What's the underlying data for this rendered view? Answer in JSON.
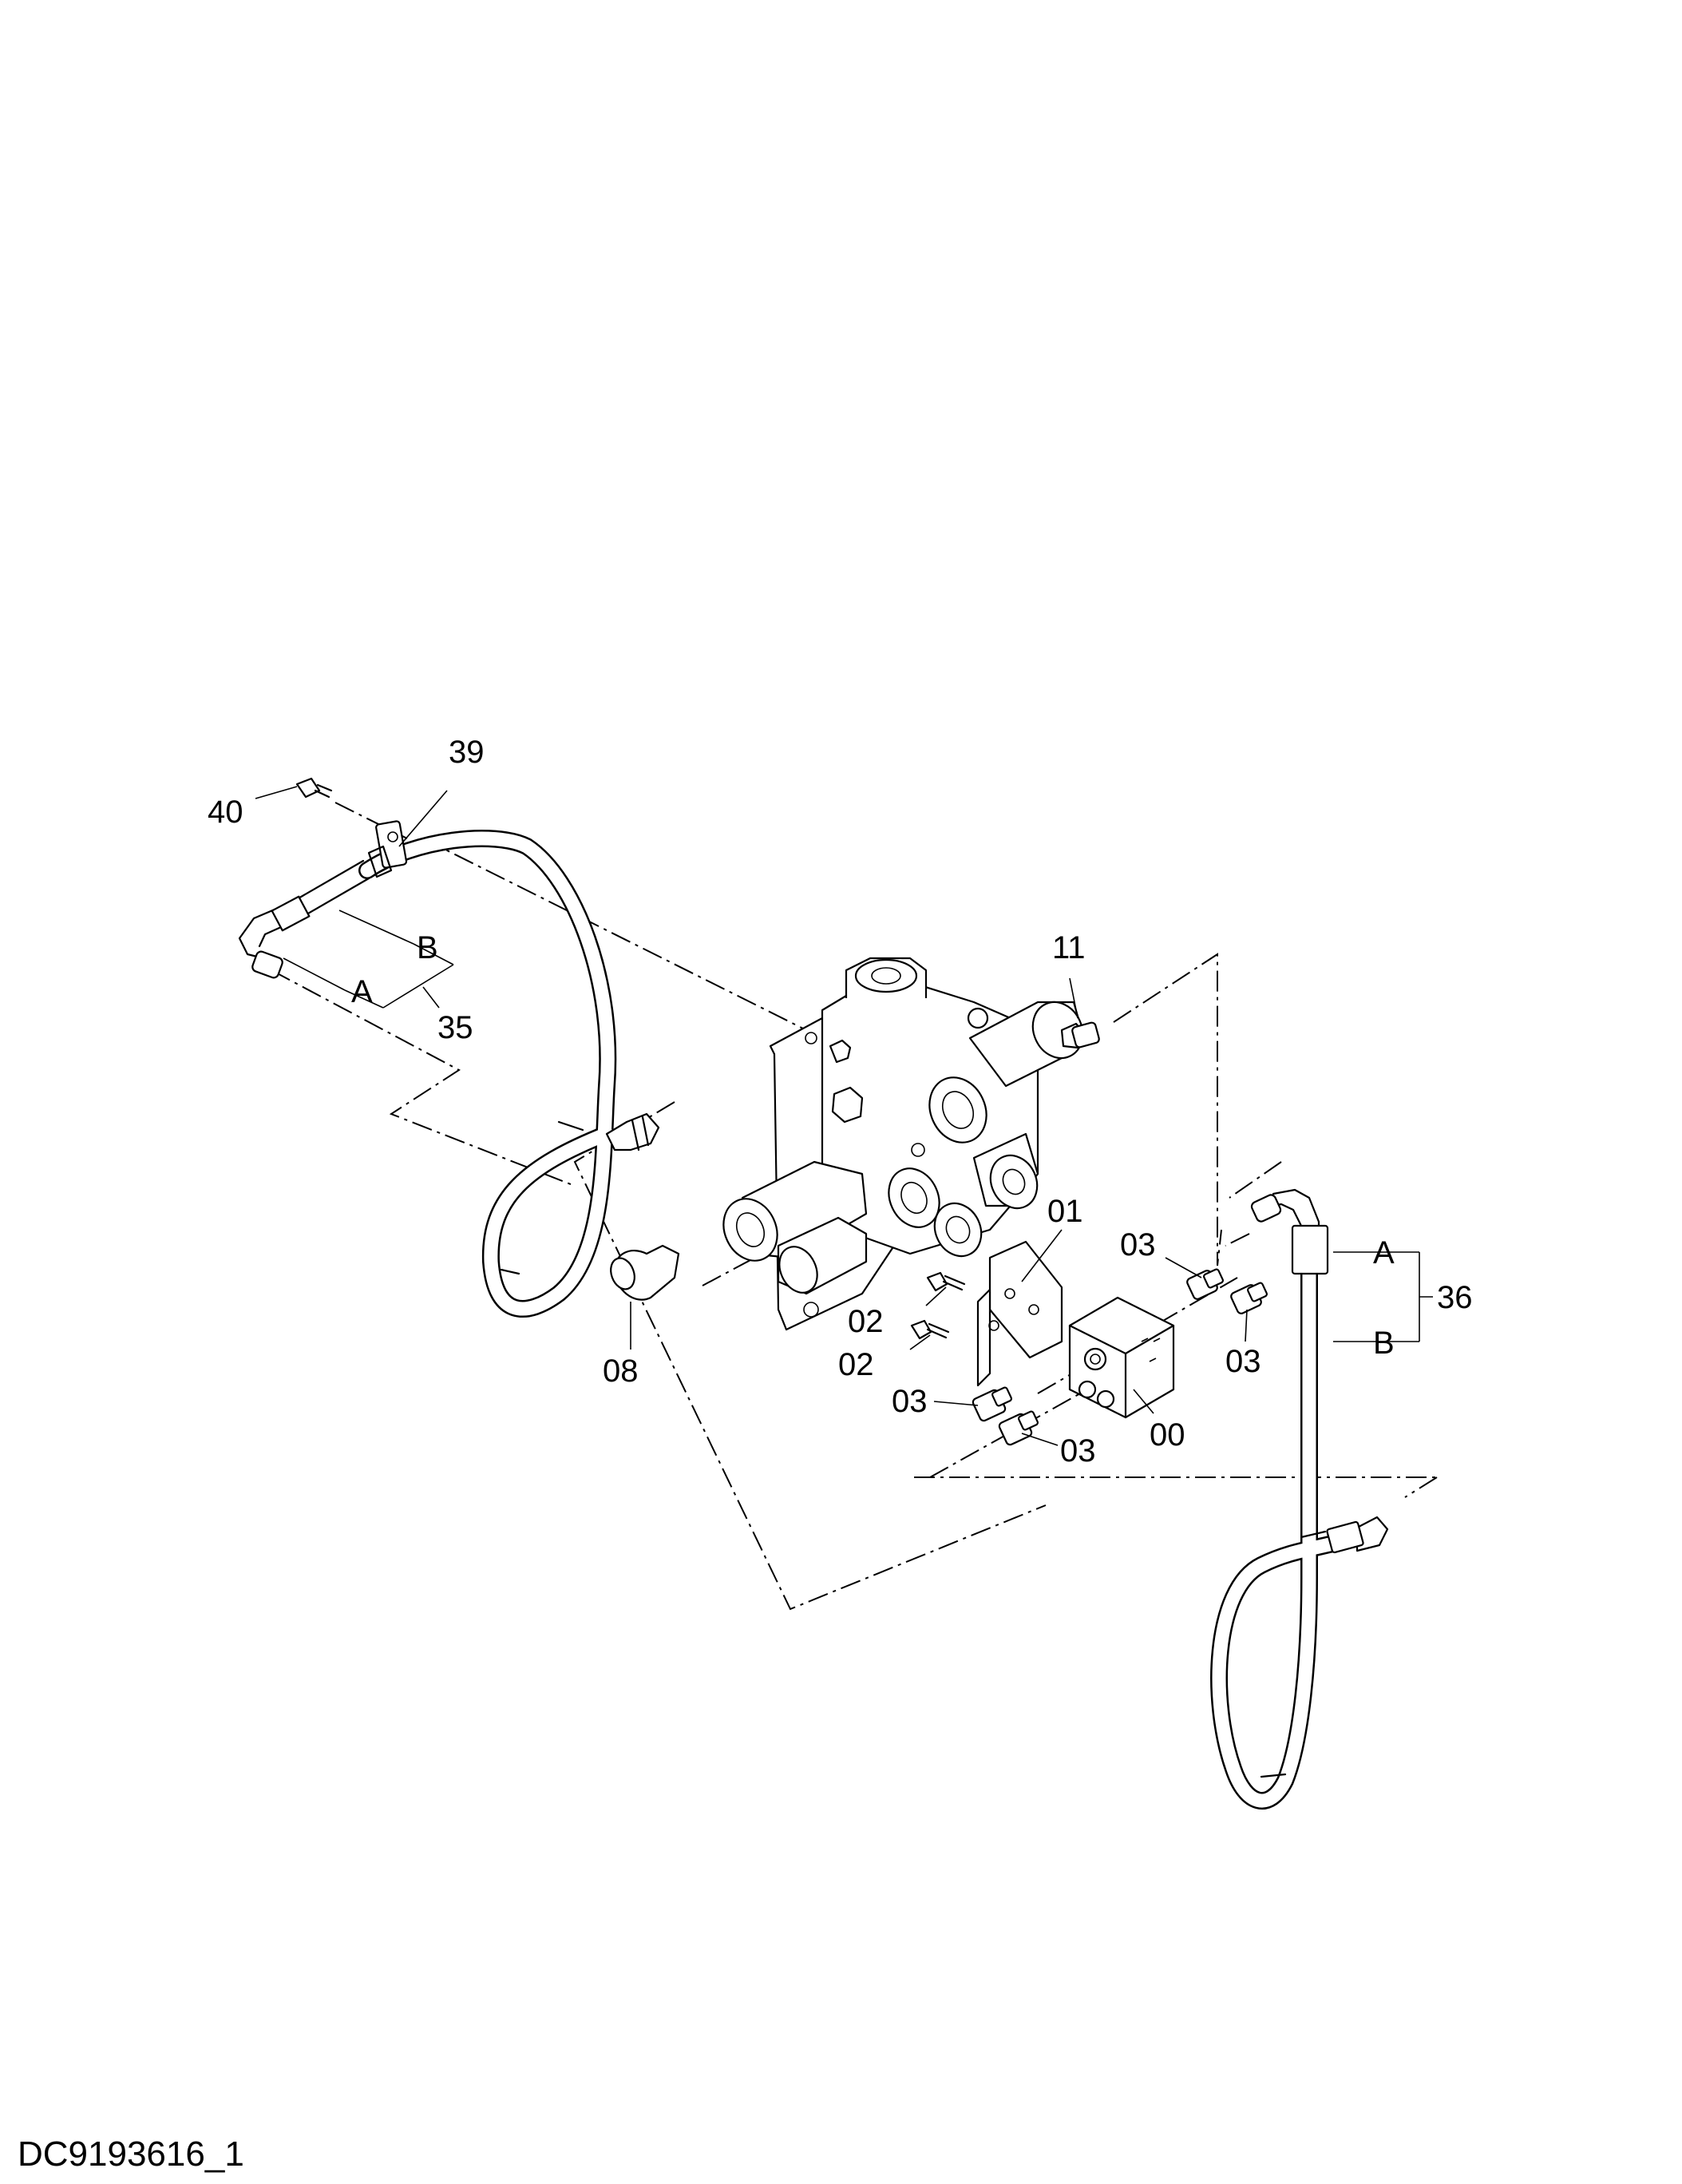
{
  "drawing": {
    "code": "DC9193616_1",
    "callouts": {
      "c00": "00",
      "c01": "01",
      "c02a": "02",
      "c02b": "02",
      "c03a": "03",
      "c03b": "03",
      "c03c": "03",
      "c03d": "03",
      "c08": "08",
      "c11": "11",
      "c35": "35",
      "c36": "36",
      "c39": "39",
      "c40": "40",
      "c35A": "A",
      "c35B": "B",
      "c36A": "A",
      "c36B": "B"
    }
  }
}
